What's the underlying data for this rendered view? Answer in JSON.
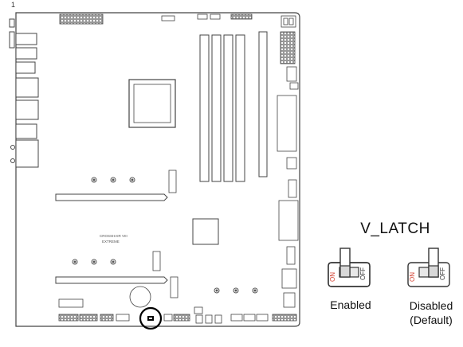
{
  "board": {
    "model_text": [
      "CROSSHAIR VIII",
      "EXTREME"
    ],
    "pin_marker": "1"
  },
  "jumper": {
    "title": "V_LATCH",
    "switch_on_text": "ON",
    "switch_off_text": "OFF",
    "enabled": {
      "label": "Enabled",
      "state": "on"
    },
    "disabled": {
      "label_line1": "Disabled",
      "label_line2": "(Default)",
      "state": "off"
    }
  },
  "colors": {
    "outline": "#333333",
    "on_text": "#d23a2a",
    "highlight_circle": "#000000",
    "fill_gray": "#e8e8e8"
  }
}
